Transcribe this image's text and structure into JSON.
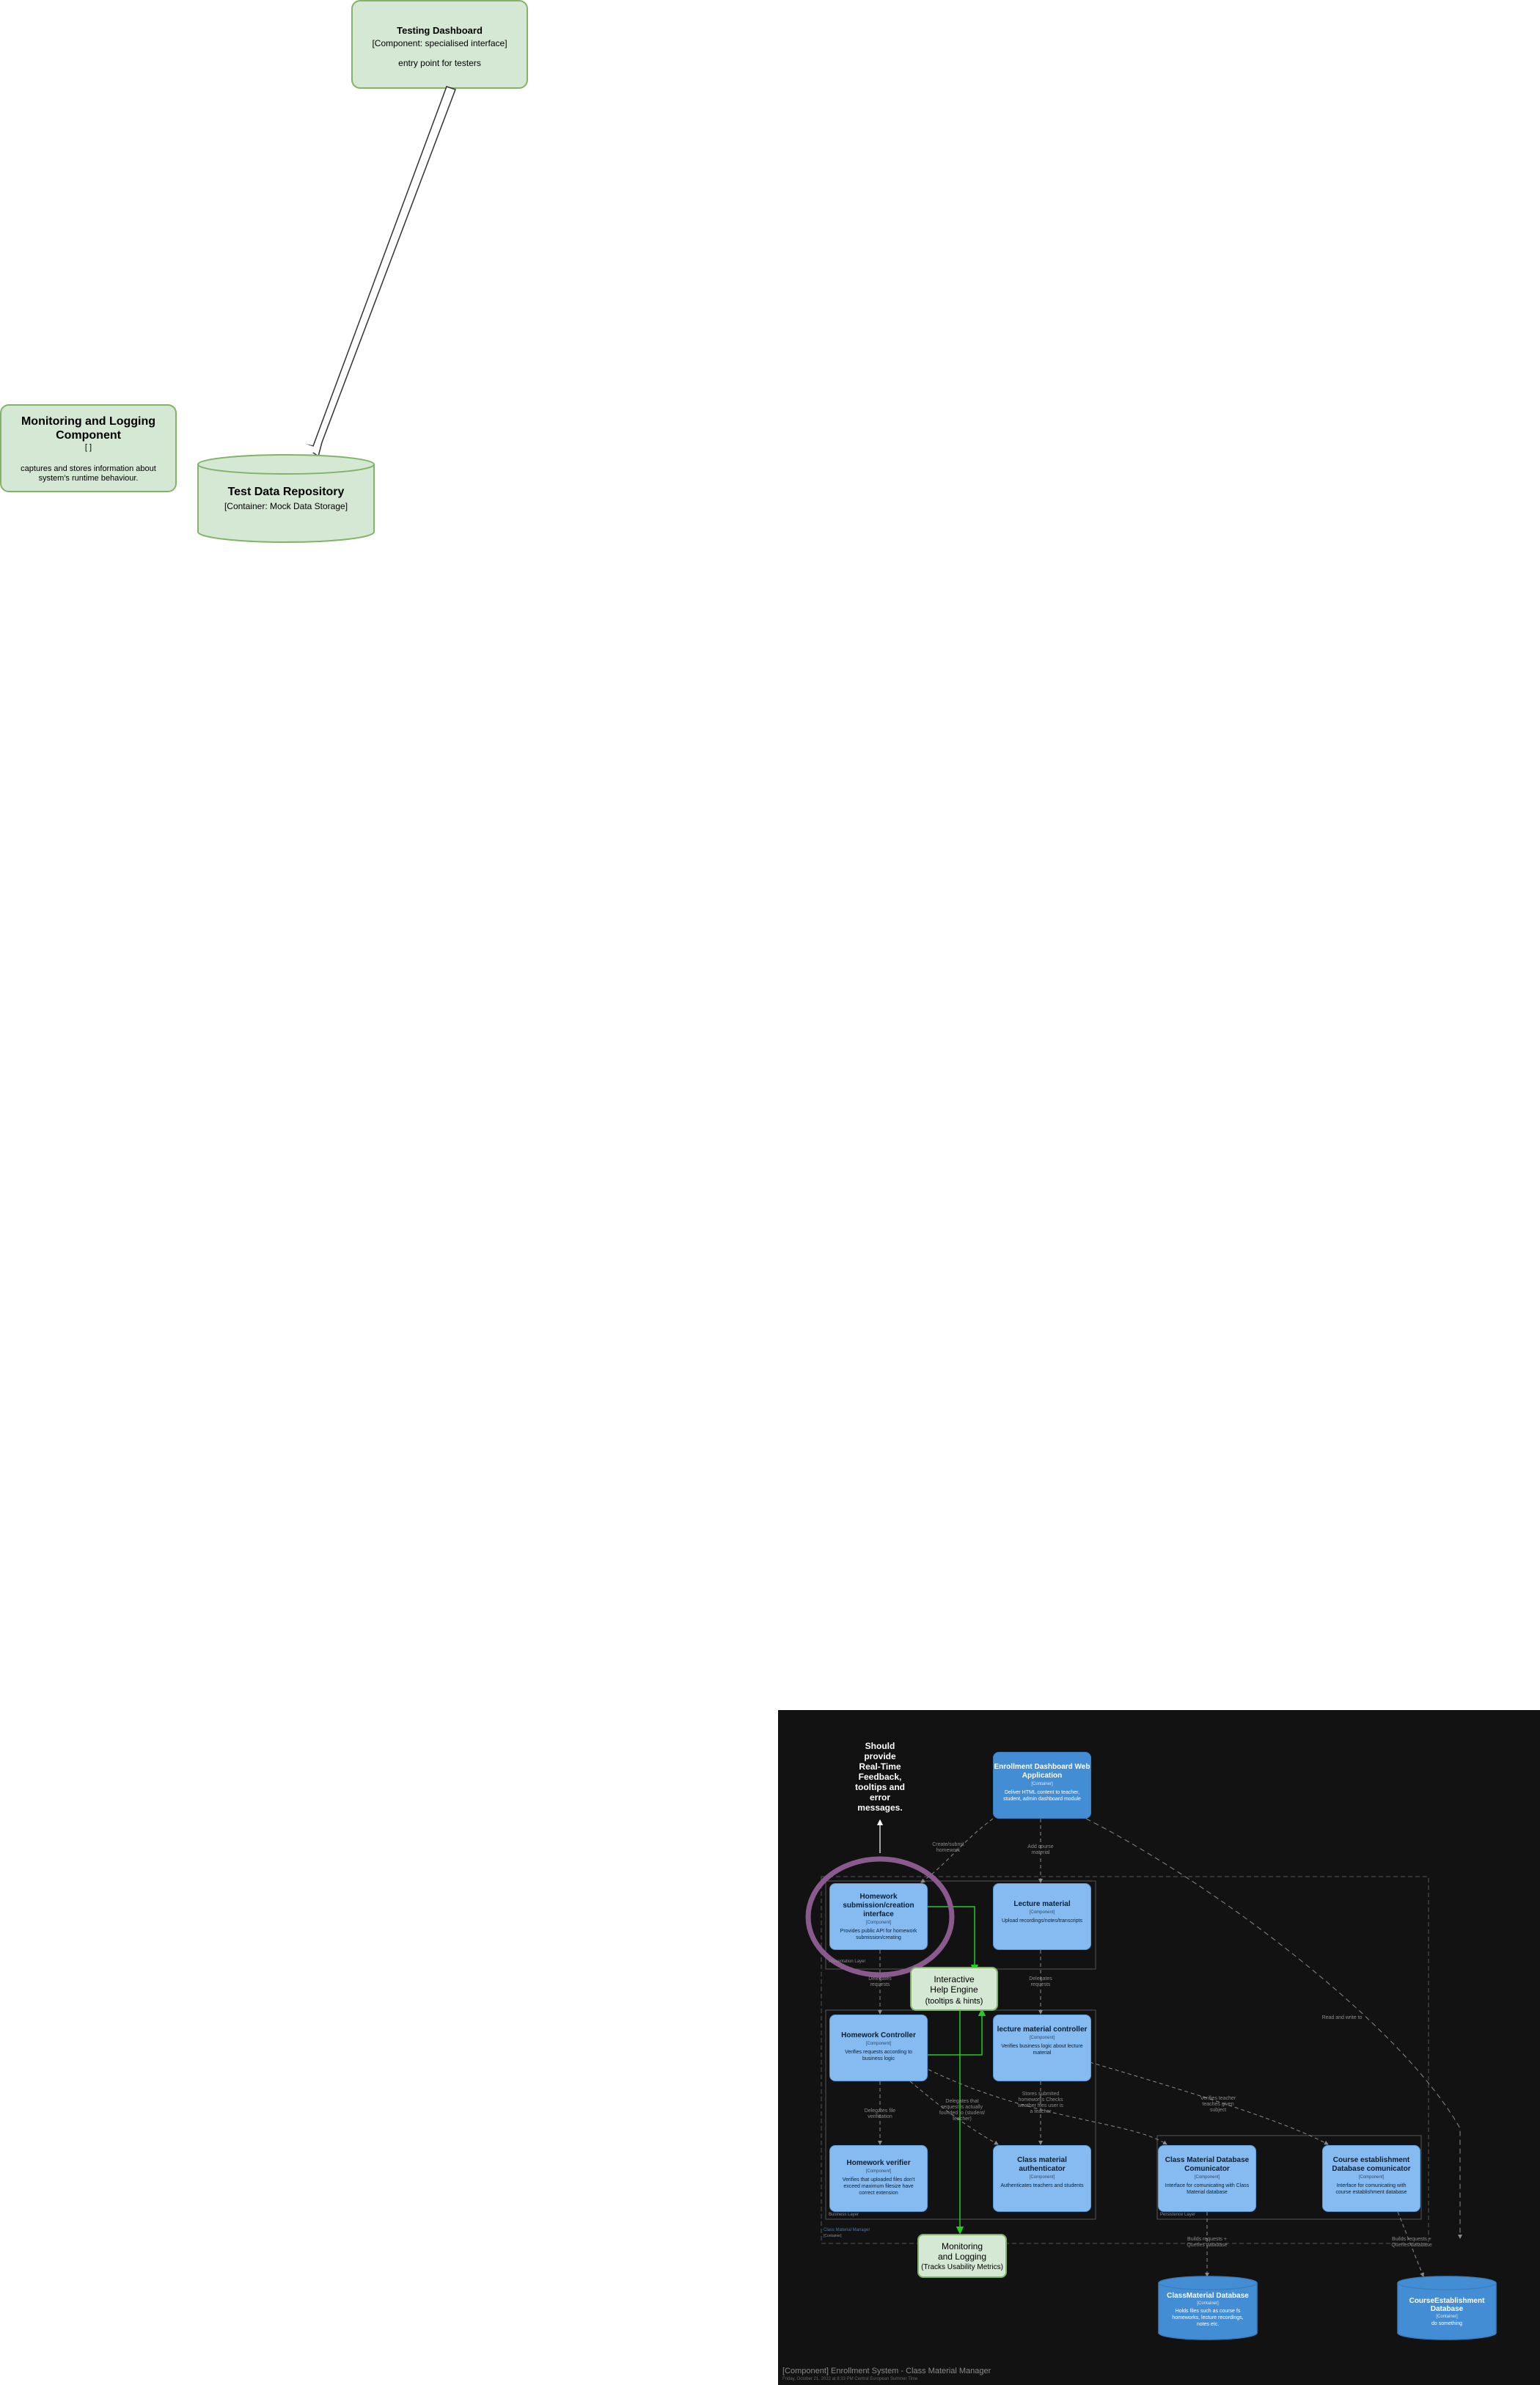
{
  "top": {
    "testing_dashboard": {
      "title": "Testing Dashboard",
      "subtitle": "[Component: specialised interface]",
      "description": "entry point for testers"
    },
    "monitoring_component": {
      "title": "Monitoring and Logging Component",
      "subtitle": "[ ]",
      "description": "captures and stores information about system's runtime behaviour."
    },
    "test_data_repository": {
      "title": "Test Data Repository",
      "subtitle": "[Container: Mock Data Storage]"
    }
  },
  "diagram": {
    "feedback_note": "Should provide Real-Time Feedback, tooltips and error messages.",
    "boxes": {
      "enrollment": {
        "title": "Enrollment Dashboard Web Application",
        "type": "[Container]",
        "desc": "Deliver HTML content to teacher, student, admin dashboard module"
      },
      "hw_interface": {
        "title": "Homework submission/creation interface",
        "type": "[Component]",
        "desc": "Provides public API for homework submission/creating"
      },
      "lecture_material": {
        "title": "Lecture material",
        "type": "[Component]",
        "desc": "Upload recordings/notes/transcripts"
      },
      "hw_controller": {
        "title": "Homework Controller",
        "type": "[Component]",
        "desc": "Verifies requests according to business logic"
      },
      "lecture_controller": {
        "title": "lecture material controller",
        "type": "[Component]",
        "desc": "Verifies business logic about lecture material"
      },
      "hw_verifier": {
        "title": "Homework verifier",
        "type": "[Component]",
        "desc": "Verifies that uploaded files don't exceed maximum filesize have correct extension"
      },
      "authenticator": {
        "title": "Class material authenticator",
        "type": "[Component]",
        "desc": "Authenticates teachers and students"
      },
      "cm_db_comm": {
        "title": "Class Material Database Comunicator",
        "type": "[Component]",
        "desc": "Interface for comunicating with Class Material database"
      },
      "ce_db_comm": {
        "title": "Course establishment Database comunicator",
        "type": "[Component]",
        "desc": "Interface for comunicating with course establishment database"
      },
      "cm_db": {
        "title": "ClassMaterial Database",
        "type": "[Container]",
        "desc": "Holds files such as course fs homeworks, lecture recordings, notes etc."
      },
      "ce_db": {
        "title": "CourseEstablishment Database",
        "type": "[Container]",
        "desc": "do something"
      }
    },
    "help_engine": {
      "title": "Interactive Help Engine",
      "subtitle": "(tooltips & hints)"
    },
    "monitoring": {
      "title": "Monitoring and Logging",
      "subtitle": "(Tracks Usability Metrics)"
    },
    "edges": {
      "create_submit": "Create/submit homework",
      "add_course": "Add course material",
      "delegates1": "Delegates requests",
      "delegates2": "Delegates requests",
      "delegates_file": "Delegates file verification",
      "delegates_that": "Delegates that request is actually founded to (student/ teacher)",
      "stores": "Stores submited homeworks Checks weather files user is a teacher",
      "verifies_teacher": "Verifies teacher teaches given subject",
      "read_write": "Read and write to",
      "builds1": "Builds requests + Queries database",
      "builds2": "Builds requests + Queries database"
    },
    "boundaries": {
      "presentation": "Presentation Layer",
      "business": "Business Layer",
      "persistence": "Persistence Layer",
      "class_material": "Class Material Manager",
      "class_material_type": "[Container]"
    },
    "footer_title": "[Component] Enrollment System - Class Material Manager",
    "footer_subtitle": "Friday, October 21, 2022 at 8:33 PM Central European Summer Time"
  }
}
